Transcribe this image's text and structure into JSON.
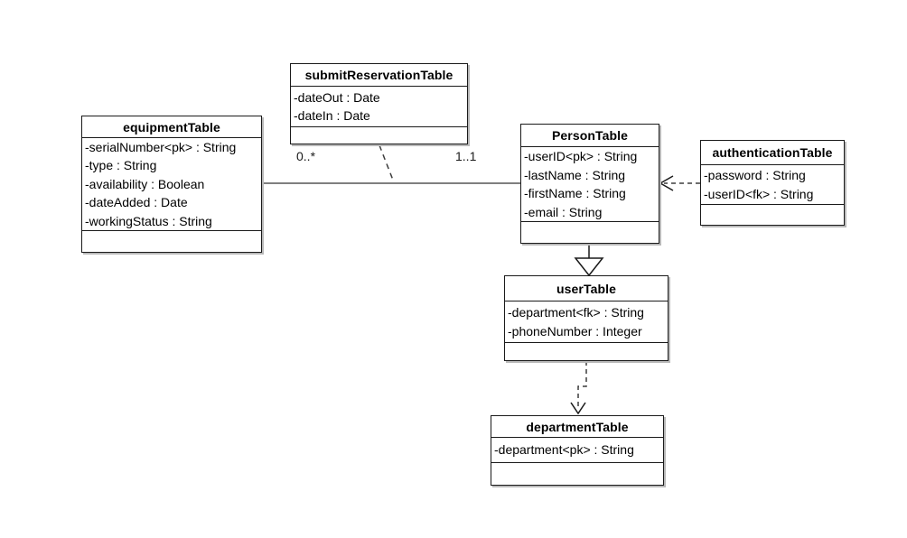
{
  "diagram": {
    "kind": "uml-class-diagram",
    "colors": {
      "background": "#ffffff",
      "box_fill": "#ffffff",
      "box_border": "#1a1a1a",
      "box_shadow": "#b9b9b9",
      "association_line": "#7f7f7f",
      "dashed_line": "#3d3d3d"
    },
    "tables": [
      {
        "name": "equipmentTable",
        "attributes": [
          "-serialNumber<pk> : String",
          "-type : String",
          "-availability : Boolean",
          "-dateAdded : Date",
          "-workingStatus : String"
        ]
      },
      {
        "name": "submitReservationTable",
        "attributes": [
          "-dateOut : Date",
          "-dateIn : Date"
        ]
      },
      {
        "name": "PersonTable",
        "attributes": [
          "-userID<pk> : String",
          "-lastName : String",
          "-firstName : String",
          "-email : String"
        ]
      },
      {
        "name": "authenticationTable",
        "attributes": [
          "-password : String",
          "-userID<fk> : String"
        ]
      },
      {
        "name": "userTable",
        "attributes": [
          "-department<fk> : String",
          "-phoneNumber : Integer"
        ]
      },
      {
        "name": "departmentTable",
        "attributes": [
          "-department<pk> : String"
        ]
      }
    ],
    "relationships": [
      {
        "type": "association",
        "from": "equipmentTable",
        "to": "PersonTable",
        "from_multiplicity": "0..*",
        "to_multiplicity": "1..1",
        "association_class": "submitReservationTable"
      },
      {
        "type": "dependency-dashed-open-arrow",
        "from": "authenticationTable",
        "to": "PersonTable"
      },
      {
        "type": "generalization-hollow-triangle",
        "from": "PersonTable",
        "to": "userTable"
      },
      {
        "type": "dependency-dashed-open-arrow",
        "from": "userTable",
        "to": "departmentTable"
      }
    ]
  }
}
